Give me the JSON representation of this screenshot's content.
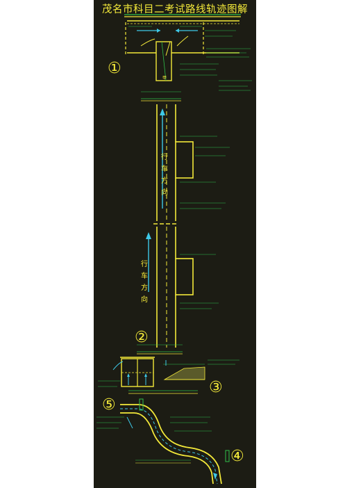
{
  "title": "茂名市科目二考试路线轨迹图解",
  "markers": [
    "①",
    "②",
    "③",
    "④",
    "⑤"
  ],
  "direction_label": "行车方向",
  "colors": {
    "background": "#1c1c14",
    "road_line": "#f4ea3a",
    "text_line": "#2fbf4a",
    "arrow": "#3ec9e8"
  }
}
